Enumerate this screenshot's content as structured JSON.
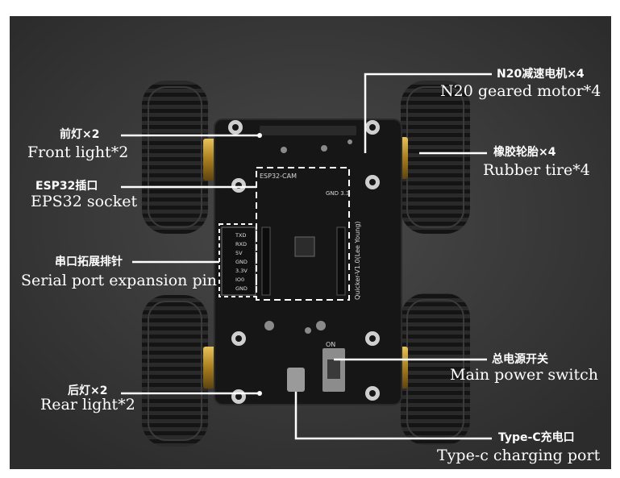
{
  "colors": {
    "background": "#3a3a3a",
    "pcb": "#161616",
    "tire": "#151515",
    "motor_brass": "#b8902e",
    "label_text": "#ffffff",
    "leader_line": "#ffffff",
    "highlight_box": "#ffffff"
  },
  "board": {
    "esp32_silk": "ESP32-CAM",
    "gnd_silk": "GND 3.3",
    "side_silk": "Quicker-V1.0(Lee Young)",
    "on_silk": "ON",
    "pins": [
      "TXD",
      "RXD",
      "5V",
      "GND",
      "3.3V",
      "IO0",
      "GND"
    ]
  },
  "annotations": {
    "motor": {
      "cn": "N20减速电机×4",
      "en": "N20 geared motor*4"
    },
    "front_light": {
      "cn": "前灯×2",
      "en": "Front light*2"
    },
    "rubber_tire": {
      "cn": "橡胶轮胎×4",
      "en": "Rubber tire*4"
    },
    "esp32_socket": {
      "cn": "ESP32插口",
      "en": "EPS32 socket"
    },
    "serial_port": {
      "cn": "串口拓展排针",
      "en": "Serial port expansion pin"
    },
    "power_switch": {
      "cn": "总电源开关",
      "en": "Main power switch"
    },
    "rear_light": {
      "cn": "后灯×2",
      "en": "Rear light*2"
    },
    "charging_port": {
      "cn": "Type-C充电口",
      "en": "Type-c charging port"
    }
  }
}
